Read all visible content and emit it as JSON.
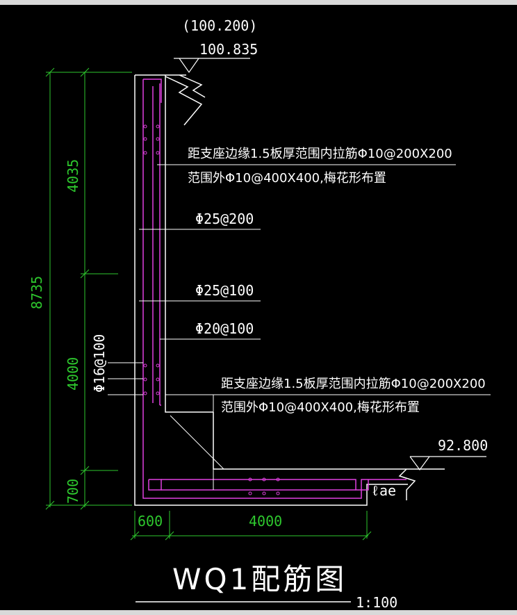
{
  "colors": {
    "background": "#000000",
    "outline": "#ffffff",
    "rebar": "#e040e0",
    "dimension": "#2ec82e"
  },
  "elevations": {
    "top_bracket": "(100.200)",
    "top": "100.835",
    "bottom_right": "92.800"
  },
  "notes": {
    "upper_line1": "距支座边缘1.5板厚范围内拉筋Φ10@200X200",
    "upper_line2": "范围外Φ10@400X400,梅花形布置",
    "lower_line1": "距支座边缘1.5板厚范围内拉筋Φ10@200X200",
    "lower_line2": "范围外Φ10@400X400,梅花形布置",
    "rebar_1": "Φ25@200",
    "rebar_2": "Φ25@100",
    "rebar_3": "Φ20@100",
    "rebar_side": "Φ16@100",
    "label_ae": "ℓae"
  },
  "dimensions": {
    "total": "8735",
    "upper": "4035",
    "middle": "4000",
    "lower": "700",
    "wall_thickness": "600",
    "base_length": "4000"
  },
  "title": {
    "name": "WQ1配筋图",
    "scale": "1:100"
  }
}
